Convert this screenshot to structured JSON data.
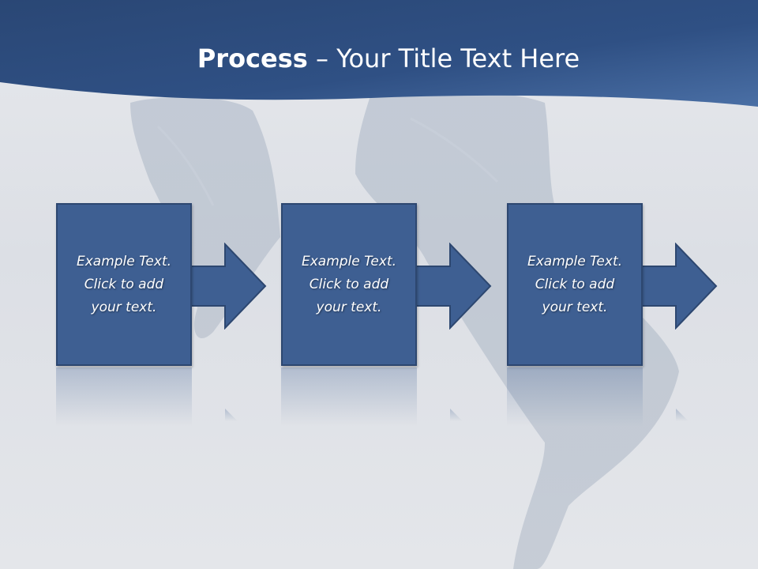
{
  "slide": {
    "title_bold": "Process",
    "title_rest": " – Your Title Text Here"
  },
  "steps": [
    {
      "text": "Example Text.\nClick  to add\nyour text."
    },
    {
      "text": "Example Text.\nClick  to add\nyour text."
    },
    {
      "text": "Example Text.\nClick  to add\nyour text."
    }
  ],
  "colors": {
    "header": "#2f4f7f",
    "box_fill": "#3e5f92",
    "box_border": "#2d4770"
  },
  "icons": [
    "arrow-right-icon"
  ]
}
